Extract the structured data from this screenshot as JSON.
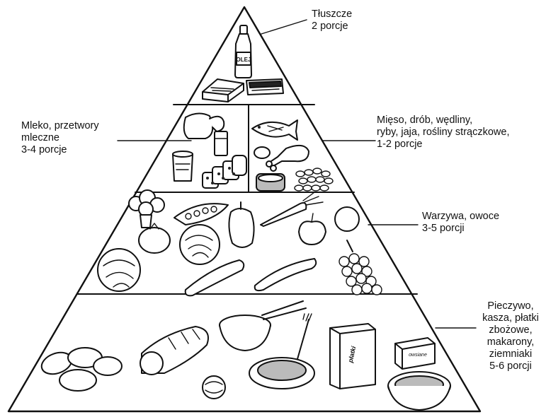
{
  "tiers": {
    "fats": {
      "lines": [
        "Tłuszcze",
        "2 porcje"
      ],
      "icons": [
        "oil-bottle-icon",
        "butter-package-icon",
        "margarine-tub-icon"
      ]
    },
    "dairy": {
      "lines": [
        "Mleko, przetwory",
        "mleczne",
        "3-4 porcje"
      ],
      "icons": [
        "cheese-icon",
        "milk-glass-icon",
        "yogurt-cup-icon",
        "cheese-slices-icon"
      ]
    },
    "meat": {
      "lines": [
        "Mięso, drób, wędliny,",
        "ryby, jaja, rośliny strączkowe,",
        "1-2 porcje"
      ],
      "icons": [
        "fish-icon",
        "egg-icon",
        "chicken-leg-icon",
        "meat-can-icon",
        "beans-icon"
      ]
    },
    "vegetables": {
      "lines": [
        "Warzywa, owoce",
        "3-5 porcji"
      ],
      "icons": [
        "broccoli-icon",
        "pea-pod-icon",
        "pepper-icon",
        "carrot-icon",
        "orange-icon",
        "tomato-icon",
        "cabbage-icon",
        "apple-icon",
        "lettuce-icon",
        "cucumber-icon",
        "banana-icon",
        "grapes-icon"
      ]
    },
    "grains": {
      "lines": [
        "Pieczywo,",
        "kasza, płatki",
        "zbożowe,",
        "makarony,",
        "ziemniaki",
        "5-6 porcji"
      ],
      "icons": [
        "potatoes-icon",
        "bread-loaf-icon",
        "rice-bowl-icon",
        "bun-icon",
        "spaghetti-plate-icon",
        "cereal-box-icon",
        "groats-box-icon",
        "soup-bowl-icon"
      ]
    }
  },
  "packaging_text": {
    "oil_bottle": "OLEJ",
    "cereal_box": "płatki",
    "groats_box": "owsiane"
  }
}
